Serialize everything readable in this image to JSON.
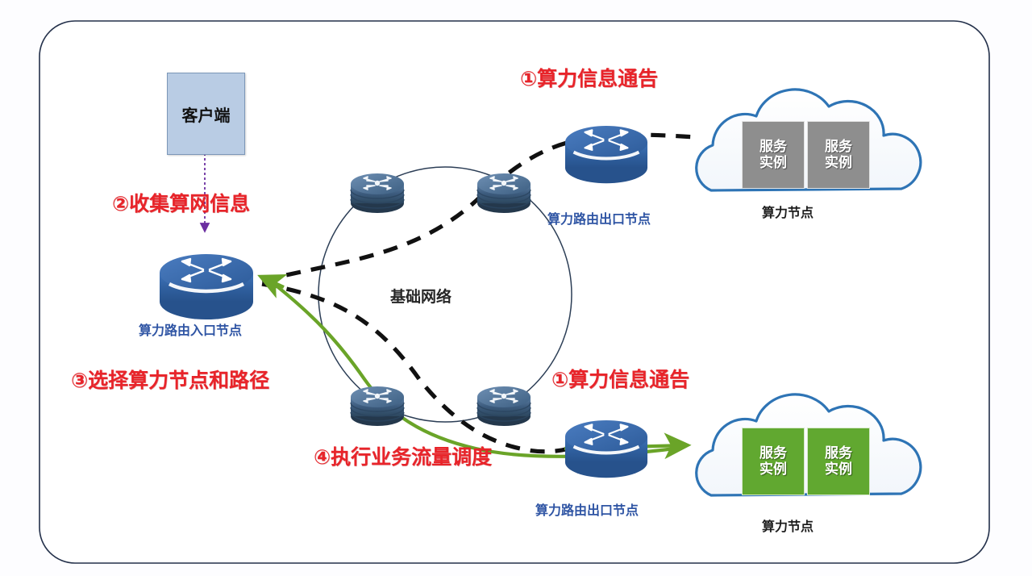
{
  "diagram": {
    "title_present": false,
    "colors": {
      "red_step": "#e8242a",
      "node_label_blue": "#2f55a4",
      "client_fill": "#b9cce4",
      "client_border": "#7c97b8",
      "cloud_stroke": "#2e74b5",
      "service_gray": "#8e8e8e",
      "service_green": "#61a830",
      "green_path": "#6aa428",
      "dashed_path": "#111111",
      "router_blue": "#2f5f9e",
      "switch_blue": "#3f5f80",
      "container_border": "#23304a",
      "purple_arrow": "#6b2fa0"
    },
    "container": {
      "name": "outer-rounded-frame"
    },
    "client": {
      "label": "客户端"
    },
    "center_network": {
      "label": "基础网络"
    },
    "steps": [
      {
        "id": "step-1-top",
        "text": "①算力信息通告"
      },
      {
        "id": "step-2",
        "text": "②收集算网信息"
      },
      {
        "id": "step-3",
        "text": "③选择算力节点和路径"
      },
      {
        "id": "step-1-bottom",
        "text": "①算力信息通告"
      },
      {
        "id": "step-4",
        "text": "④执行业务流量调度"
      }
    ],
    "nodes": [
      {
        "id": "ingress-router",
        "label": "算力路由入口节点"
      },
      {
        "id": "egress-router-top",
        "label": "算力路由出口节点"
      },
      {
        "id": "egress-router-bottom",
        "label": "算力路由出口节点"
      }
    ],
    "clouds": [
      {
        "id": "compute-node-top",
        "label": "算力节点",
        "instances": [
          {
            "line1": "服务",
            "line2": "实例",
            "state": "gray"
          },
          {
            "line1": "服务",
            "line2": "实例",
            "state": "gray"
          }
        ]
      },
      {
        "id": "compute-node-bottom",
        "label": "算力节点",
        "instances": [
          {
            "line1": "服务",
            "line2": "实例",
            "state": "green"
          },
          {
            "line1": "服务",
            "line2": "实例",
            "state": "green"
          }
        ]
      }
    ]
  }
}
